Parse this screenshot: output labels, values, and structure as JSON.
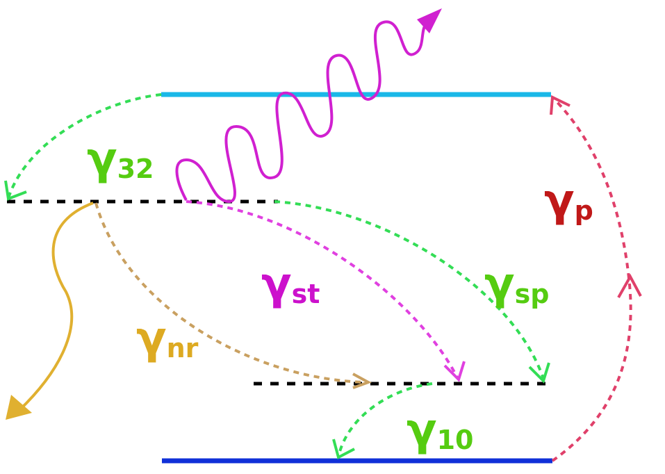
{
  "diagram": {
    "colors": {
      "level3": "#1ab8e8",
      "level0": "#1030d8",
      "intermediate_levels": "#000000",
      "gamma_32": "#33dd55",
      "gamma_sp": "#33dd55",
      "gamma_10": "#33dd55",
      "gamma_st": "#e040e0",
      "gamma_nr": "#c9a060",
      "gamma_p": "#e0406a",
      "photon": "#d020d0",
      "heat": "#e0b030",
      "label_green": "#55cc11",
      "label_magenta": "#cc11cc",
      "label_gold": "#ddaa22",
      "label_red": "#c01818"
    },
    "labels": {
      "gamma_32": {
        "symbol": "γ",
        "subscript": "32"
      },
      "gamma_p": {
        "symbol": "γ",
        "subscript": "p"
      },
      "gamma_st": {
        "symbol": "γ",
        "subscript": "st"
      },
      "gamma_sp": {
        "symbol": "γ",
        "subscript": "sp"
      },
      "gamma_nr": {
        "symbol": "γ",
        "subscript": "nr"
      },
      "gamma_10": {
        "symbol": "γ",
        "subscript": "10"
      }
    }
  }
}
